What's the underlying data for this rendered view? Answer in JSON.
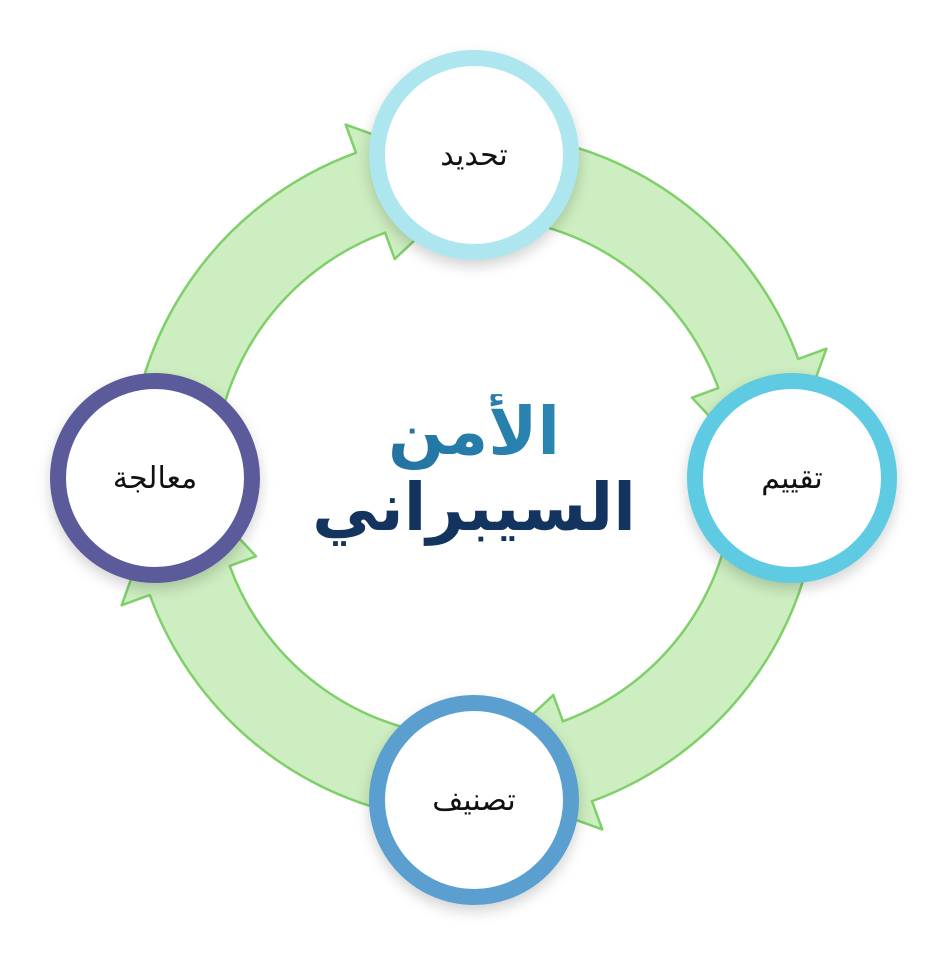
{
  "title": {
    "line1": "الأمن",
    "line2": "السيبراني",
    "line1_color": "#2a7fae",
    "line2_color": "#13345e"
  },
  "cycle": {
    "arrow_color": "#cdeec0",
    "arrow_stroke": "#7fcf6a",
    "nodes": [
      {
        "label": "تحديد",
        "ring_color": "#aee6f0"
      },
      {
        "label": "تقييم",
        "ring_color": "#5fcbe3"
      },
      {
        "label": "تصنيف",
        "ring_color": "#5a9fcf"
      },
      {
        "label": "معالجة",
        "ring_color": "#5b5b9b"
      }
    ]
  }
}
